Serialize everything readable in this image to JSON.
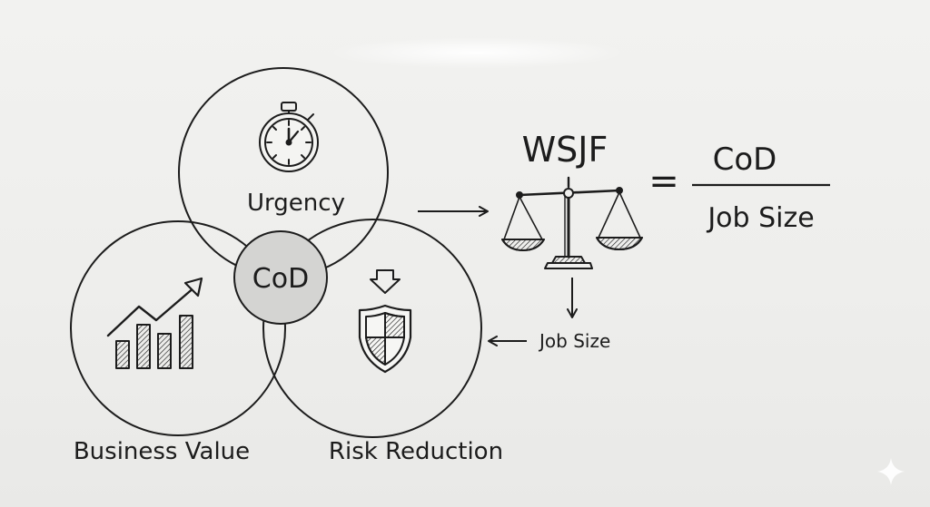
{
  "venn": {
    "top_label": "Urgency",
    "left_label": "Business Value",
    "right_label": "Risk Reduction",
    "center_label": "CoD"
  },
  "formula": {
    "title": "WSJF",
    "equals": "=",
    "numerator": "CoD",
    "denominator": "Job Size"
  },
  "annotation": {
    "job_size_label": "Job Size"
  },
  "icons": {
    "top": "stopwatch-icon",
    "left": "growth-bar-chart-icon",
    "right": "shield-icon",
    "formula": "balance-scale-icon"
  },
  "colors": {
    "ink": "#1c1c1c",
    "center_fill": "#d4d4d2",
    "background": "#efefed"
  }
}
